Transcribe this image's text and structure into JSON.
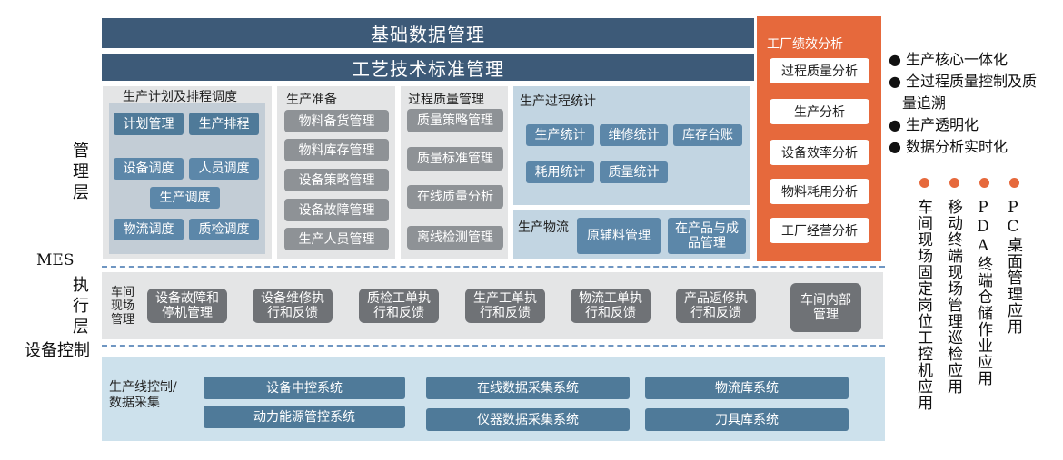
{
  "colors": {
    "dark_bar": "#3d5a78",
    "orange": "#e6693c",
    "box_gray": "#8e9296",
    "box_blue": "#4f7a99",
    "light_blue_panel": "#c2d5e2",
    "dashed_line": "#6f96c2"
  },
  "top_bars": {
    "basic_data": "基础数据管理",
    "process_std": "工艺技术标准管理"
  },
  "layers": {
    "mgmt_1": "管",
    "mgmt_2": "理",
    "mgmt_3": "层",
    "mes": "MES",
    "exec_1": "执",
    "exec_2": "行",
    "exec_3": "层",
    "equipment": "设备控制"
  },
  "plan_panel": {
    "title": "生产计划及排程调度",
    "items": [
      "计划管理",
      "生产排程",
      "设备调度",
      "人员调度",
      "生产调度",
      "物流调度",
      "质检调度"
    ]
  },
  "prep_panel": {
    "title": "生产准备",
    "items": [
      "物料备货管理",
      "物料库存管理",
      "设备策略管理",
      "设备故障管理",
      "生产人员管理"
    ]
  },
  "quality_panel": {
    "title": "过程质量管理",
    "items": [
      "质量策略管理",
      "质量标准管理",
      "在线质量分析",
      "离线检测管理"
    ]
  },
  "stats_panel": {
    "title": "生产过程统计",
    "items": [
      "生产统计",
      "维修统计",
      "库存台账",
      "耗用统计",
      "质量统计"
    ]
  },
  "logistics_panel": {
    "title": "生产物流",
    "items": [
      "原辅料管理",
      "在产品与成品管理"
    ]
  },
  "performance_panel": {
    "title": "工厂绩效分析",
    "items": [
      "过程质量分析",
      "生产分析",
      "设备效率分析",
      "物料耗用分析",
      "工厂经营分析"
    ]
  },
  "bullets": [
    "生产核心一体化",
    "全过程质量控制及质",
    "量追溯",
    "生产透明化",
    "数据分析实时化"
  ],
  "vertical_apps": [
    "车间现场固定岗位工控机应用",
    "移动终端现场管理巡检应用",
    "PDA终端仓储作业应用",
    "PC桌面管理应用"
  ],
  "exec_panel": {
    "label": "车间\n现场\n管理",
    "items": [
      "设备故障和\n停机管理",
      "设备维修执\n行和反馈",
      "质检工单执\n行和反馈",
      "生产工单执\n行和反馈",
      "物流工单执\n行和反馈",
      "产品返修执\n行和反馈",
      "车间内部\n管理"
    ]
  },
  "control_panel": {
    "label": "生产线控制/\n数据采集",
    "items": [
      "设备中控系统",
      "动力能源管控系统",
      "在线数据采集系统",
      "仪器数据采集系统",
      "物流库系统",
      "刀具库系统"
    ]
  }
}
